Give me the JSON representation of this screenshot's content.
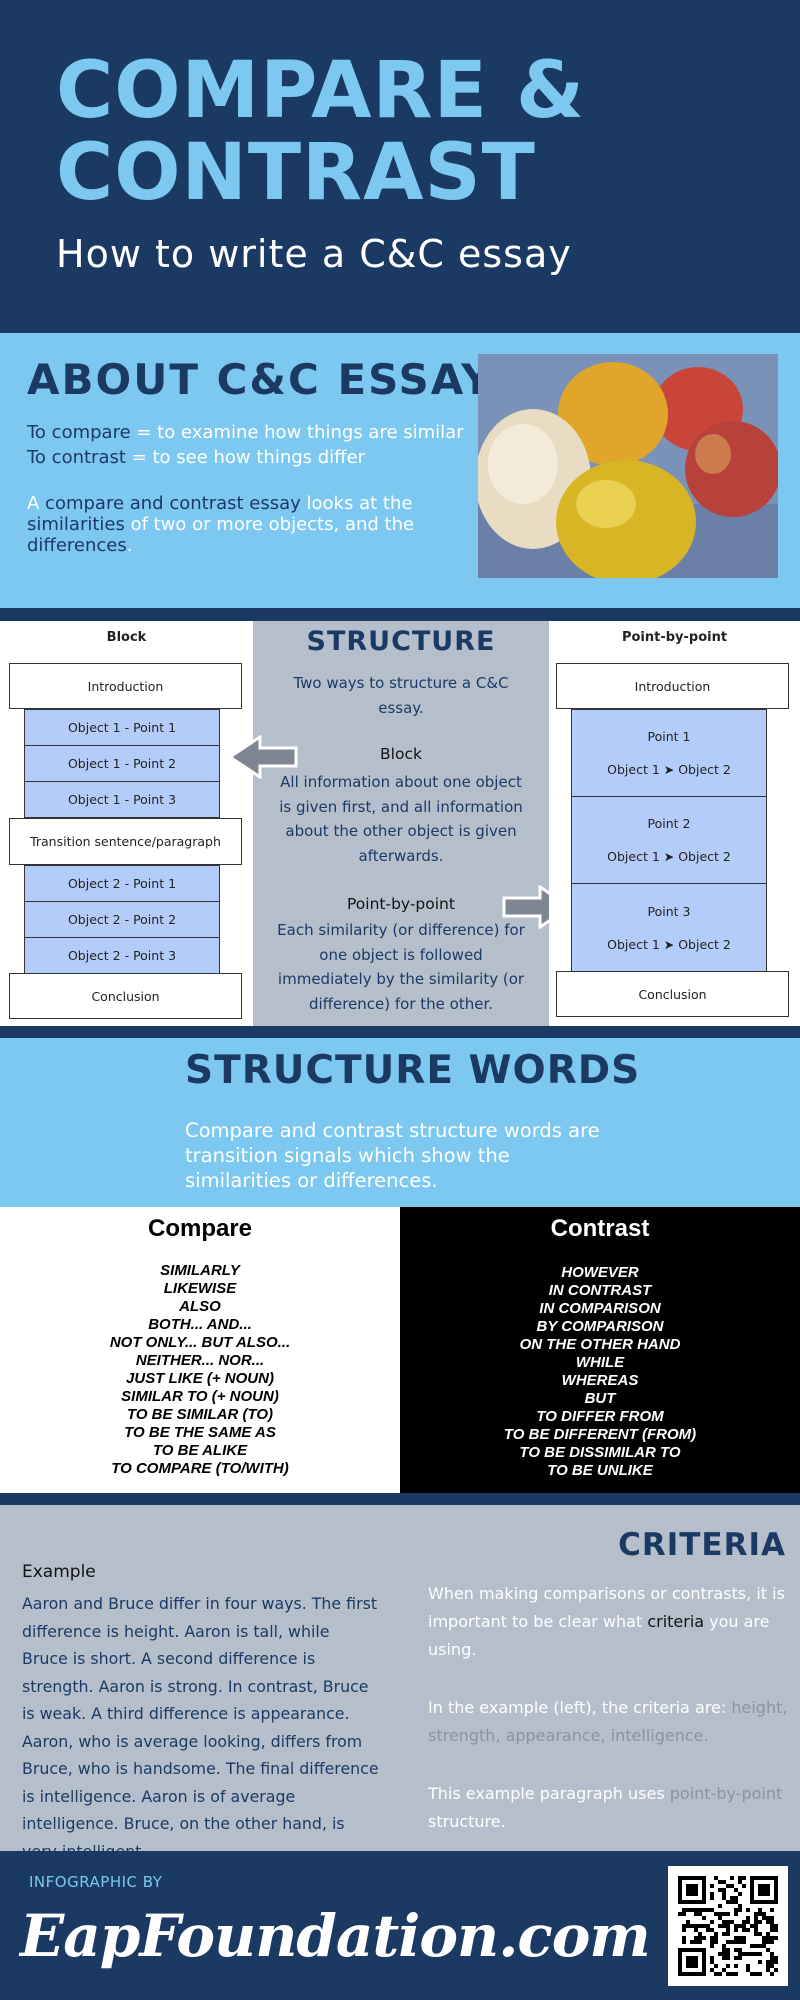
{
  "header": {
    "title_line1": "COMPARE &",
    "title_line2": "CONTRAST",
    "subtitle": "How to write a C&C essay"
  },
  "about": {
    "title": "ABOUT C&C ESSAYS",
    "compare_term": "To compare",
    "compare_def": " = to examine how things are similar",
    "contrast_term": "To contrast",
    "contrast_def": " = to see how things differ",
    "p_a": "A ",
    "p_hl1": "compare and contrast essay",
    "p_mid": " looks at the",
    "p_hl2": "similarities",
    "p_mid2": " of two or more objects, and the",
    "p_hl3": "differences",
    "p_end": "."
  },
  "structure": {
    "block_col_title": "Block",
    "pbp_col_title": "Point-by-point",
    "block_boxes": [
      "Introduction",
      "Object 1 - Point 1",
      "Object 1 - Point 2",
      "Object 1 - Point 3",
      "Transition sentence/paragraph",
      "Object 2 - Point 1",
      "Object 2 - Point 2",
      "Object 2 - Point 3",
      "Conclusion"
    ],
    "pbp_intro": "Introduction",
    "pbp_points": [
      {
        "label": "Point 1",
        "detail": "Object 1 ➤ Object 2"
      },
      {
        "label": "Point 2",
        "detail": "Object 1 ➤ Object 2"
      },
      {
        "label": "Point 3",
        "detail": "Object 1 ➤ Object 2"
      }
    ],
    "pbp_conclusion": "Conclusion",
    "title": "STRUCTURE",
    "intro_text": "Two ways to structure a C&C essay.",
    "block_head": "Block",
    "block_text": "All information about one object is given first, and all information about the other object is given afterwards.",
    "pbp_head": "Point-by-point",
    "pbp_text": "Each similarity (or difference) for one object is followed immediately by the similarity (or difference) for the other."
  },
  "structure_words": {
    "title": "STRUCTURE WORDS",
    "description": "Compare and contrast structure words are transition signals which show the similarities or differences.",
    "compare_title": "Compare",
    "compare_words": [
      "SIMILARLY",
      "LIKEWISE",
      "ALSO",
      "BOTH... AND...",
      "NOT ONLY... BUT ALSO...",
      "NEITHER... NOR...",
      "JUST LIKE (+ NOUN)",
      "SIMILAR TO (+ NOUN)",
      "TO BE SIMILAR (TO)",
      "TO BE THE SAME AS",
      "TO BE ALIKE",
      "TO COMPARE (TO/WITH)"
    ],
    "contrast_title": "Contrast",
    "contrast_words": [
      "HOWEVER",
      "IN CONTRAST",
      "IN COMPARISON",
      "BY COMPARISON",
      "ON THE OTHER HAND",
      "WHILE",
      "WHEREAS",
      "BUT",
      "TO DIFFER FROM",
      "TO BE DIFFERENT (FROM)",
      "TO BE DISSIMILAR TO",
      "TO BE UNLIKE"
    ]
  },
  "criteria": {
    "title": "CRITERIA",
    "example_head": "Example",
    "example_body": "Aaron and Bruce differ in four ways. The first difference is height. Aaron is tall, while Bruce is short. A second difference is strength. Aaron is strong. In contrast, Bruce is weak. A third difference is appearance. Aaron, who is average looking, differs from Bruce, who is handsome. The final difference is intelligence. Aaron is of average intelligence. Bruce, on the other hand, is very intelligent.",
    "p1_a": "When making comparisons or contrasts, it is important to be clear what ",
    "p1_k": "criteria",
    "p1_b": " you are using.",
    "p2_a": "In the example (left), the criteria are: ",
    "p2_g": "height, strength, appearance, intelligence.",
    "p3_a": "This example paragraph uses ",
    "p3_g": "point-by-point",
    "p3_b": " structure."
  },
  "footer": {
    "by": "INFOGRAPHIC BY",
    "logo": "EapFoundation.com"
  },
  "colors": {
    "navy": "#1b3a63",
    "sky": "#7dc8f0",
    "grey": "#b5bfcc",
    "box_blue": "#b4ccfa"
  }
}
